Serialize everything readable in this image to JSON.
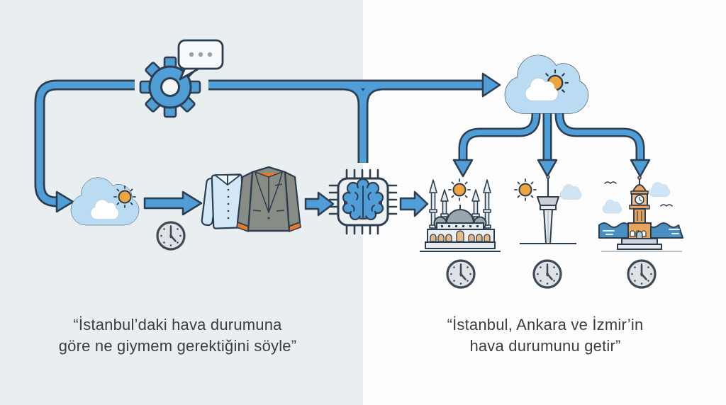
{
  "diagram_title": "",
  "colors": {
    "bg_left": "#e9eef0",
    "bg_right": "#fdfdfd",
    "pipe_blue": "#4f9ed8",
    "pipe_outline": "#2c3e50",
    "cloud_blue": "#b9dcf2",
    "sun_orange": "#f0a43e",
    "jacket_gray": "#878c85",
    "jacket_orange": "#e87a2e",
    "shirt_blue": "#d3e8f6",
    "landmark_gray": "#9aa5ae",
    "landmark_light": "#e7ebed",
    "tower_orange": "#e8a35c",
    "sea_blue": "#4a8fc2",
    "clock_face": "#dfe3e6",
    "text": "#3d3d3d"
  },
  "left_flow": {
    "caption_line1": "“İstanbul’daki hava durumuna",
    "caption_line2": "göre ne giymem gerektiğini söyle”",
    "steps": [
      "gear-chat-request",
      "weather-cloud",
      "clothing",
      "ai-chip-brain"
    ],
    "icons": [
      "gear-icon",
      "chat-bubble-icon",
      "weather-cloud-icon",
      "clock-icon",
      "shirt-icon",
      "jacket-icon",
      "chip-brain-icon"
    ]
  },
  "right_flow": {
    "caption_line1": "“İstanbul, Ankara ve İzmir’in",
    "caption_line2": "hava durumunu getir”",
    "cities": [
      "İstanbul",
      "Ankara",
      "İzmir"
    ],
    "icons": [
      "weather-cloud-icon",
      "istanbul-blue-mosque-icon",
      "ankara-atakule-tower-icon",
      "izmir-clock-tower-icon",
      "clock-icon",
      "clock-icon",
      "clock-icon"
    ]
  },
  "clocks_show_approx": "4:00"
}
